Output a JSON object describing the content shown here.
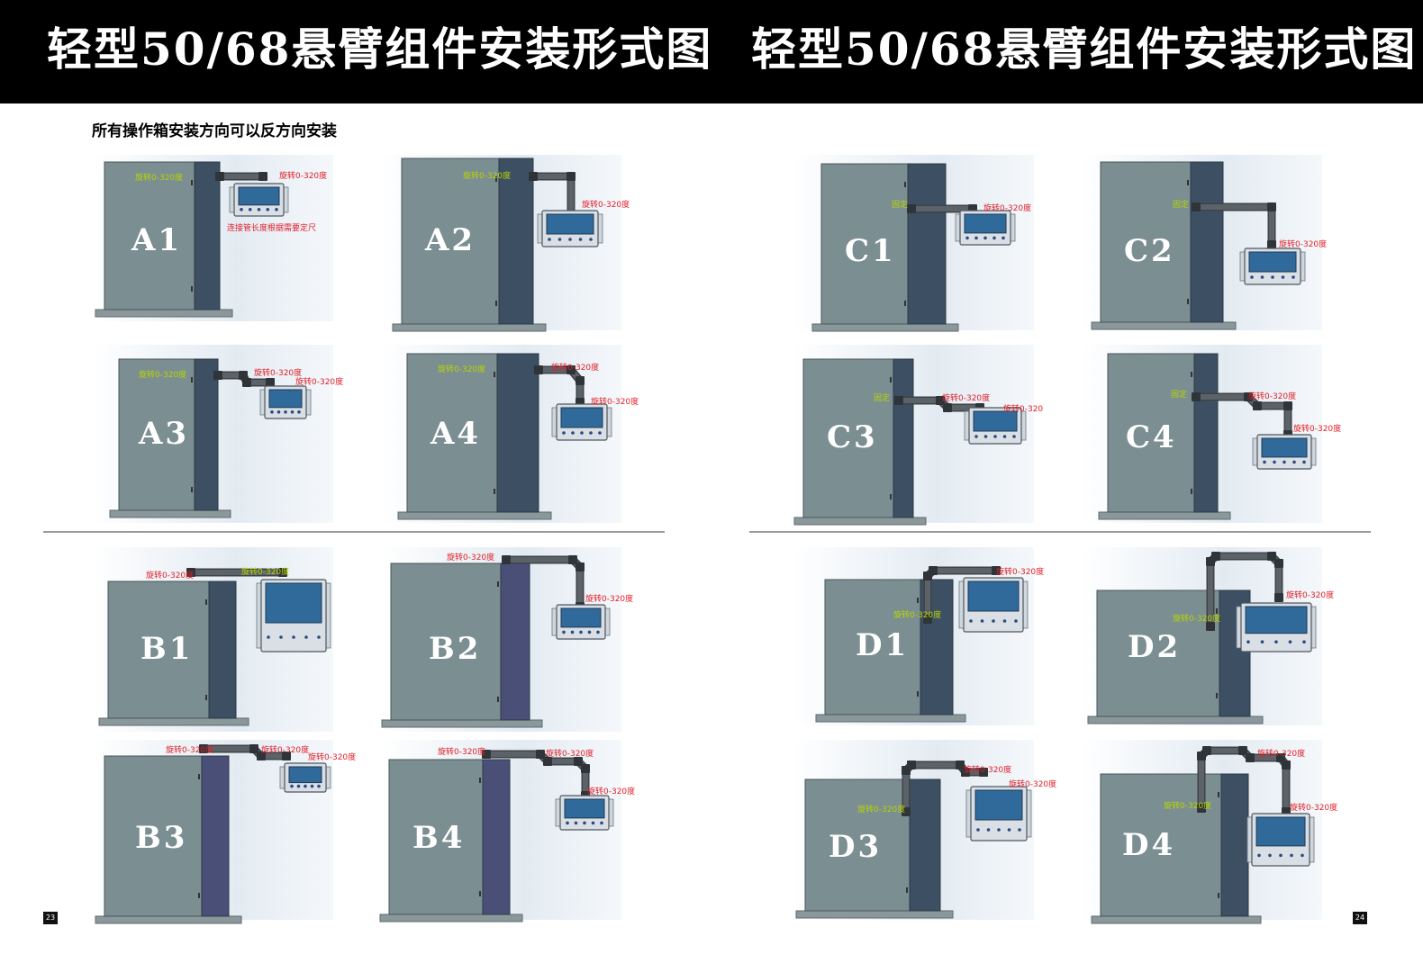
{
  "header": {
    "title_left": "轻型50/68悬臂组件安装形式图",
    "title_right": "轻型50/68悬臂组件安装形式图"
  },
  "note": "所有操作箱安装方向可以反方向安装",
  "page_numbers": {
    "left": "23",
    "right": "24"
  },
  "colors": {
    "cabinet_front": "#7b8e92",
    "cabinet_side_blue": "#3d4f63",
    "cabinet_side_purple": "#4a4f78",
    "arm": "#5b6268",
    "annotation_red": "#e0202a",
    "annotation_yellow": "#b7d400",
    "panel_bg": "#e3ebf2",
    "header_bg": "#000000"
  },
  "panels": [
    {
      "id": "A1",
      "label": "A1",
      "annotations": [
        {
          "text": "旋转0-320度",
          "color": "yellow"
        },
        {
          "text": "旋转0-320度",
          "color": "red"
        },
        {
          "text": "连接管长度根据需要定尺",
          "color": "red"
        }
      ]
    },
    {
      "id": "A2",
      "label": "A2",
      "annotations": [
        {
          "text": "旋转0-320度",
          "color": "yellow"
        },
        {
          "text": "旋转0-320度",
          "color": "red"
        }
      ]
    },
    {
      "id": "A3",
      "label": "A3",
      "annotations": [
        {
          "text": "旋转0-320度",
          "color": "yellow"
        },
        {
          "text": "旋转0-320度",
          "color": "red"
        },
        {
          "text": "旋转0-320度",
          "color": "red"
        }
      ]
    },
    {
      "id": "A4",
      "label": "A4",
      "annotations": [
        {
          "text": "旋转0-320度",
          "color": "yellow"
        },
        {
          "text": "旋转0-320度",
          "color": "red"
        },
        {
          "text": "旋转0-320度",
          "color": "red"
        }
      ]
    },
    {
      "id": "B1",
      "label": "B1",
      "annotations": [
        {
          "text": "旋转0-320度",
          "color": "red"
        },
        {
          "text": "旋转0-320度",
          "color": "yellow"
        }
      ]
    },
    {
      "id": "B2",
      "label": "B2",
      "annotations": [
        {
          "text": "旋转0-320度",
          "color": "red"
        },
        {
          "text": "旋转0-320度",
          "color": "red"
        }
      ]
    },
    {
      "id": "B3",
      "label": "B3",
      "annotations": [
        {
          "text": "旋转0-320度",
          "color": "red"
        },
        {
          "text": "旋转0-320度",
          "color": "red"
        },
        {
          "text": "旋转0-320度",
          "color": "red"
        }
      ]
    },
    {
      "id": "B4",
      "label": "B4",
      "annotations": [
        {
          "text": "旋转0-320度",
          "color": "red"
        },
        {
          "text": "旋转0-320度",
          "color": "red"
        },
        {
          "text": "旋转0-320度",
          "color": "red"
        }
      ]
    },
    {
      "id": "C1",
      "label": "C1",
      "annotations": [
        {
          "text": "固定",
          "color": "yellow"
        },
        {
          "text": "旋转0-320度",
          "color": "red"
        }
      ]
    },
    {
      "id": "C2",
      "label": "C2",
      "annotations": [
        {
          "text": "固定",
          "color": "yellow"
        },
        {
          "text": "旋转0-320度",
          "color": "red"
        }
      ]
    },
    {
      "id": "C3",
      "label": "C3",
      "annotations": [
        {
          "text": "固定",
          "color": "yellow"
        },
        {
          "text": "旋转0-320度",
          "color": "red"
        },
        {
          "text": "旋转0-320",
          "color": "red"
        }
      ]
    },
    {
      "id": "C4",
      "label": "C4",
      "annotations": [
        {
          "text": "固定",
          "color": "yellow"
        },
        {
          "text": "旋转0-320度",
          "color": "red"
        },
        {
          "text": "旋转0-320度",
          "color": "red"
        }
      ]
    },
    {
      "id": "D1",
      "label": "D1",
      "annotations": [
        {
          "text": "旋转0-320度",
          "color": "yellow"
        },
        {
          "text": "旋转0-320度",
          "color": "red"
        }
      ]
    },
    {
      "id": "D2",
      "label": "D2",
      "annotations": [
        {
          "text": "旋转0-320度",
          "color": "yellow"
        },
        {
          "text": "旋转0-320度",
          "color": "red"
        }
      ]
    },
    {
      "id": "D3",
      "label": "D3",
      "annotations": [
        {
          "text": "旋转0-320度",
          "color": "yellow"
        },
        {
          "text": "旋转0-320度",
          "color": "red"
        },
        {
          "text": "旋转0-320度",
          "color": "red"
        }
      ]
    },
    {
      "id": "D4",
      "label": "D4",
      "annotations": [
        {
          "text": "旋转0-320度",
          "color": "yellow"
        },
        {
          "text": "旋转0-320度",
          "color": "red"
        },
        {
          "text": "旋转0-320度",
          "color": "red"
        }
      ]
    }
  ]
}
